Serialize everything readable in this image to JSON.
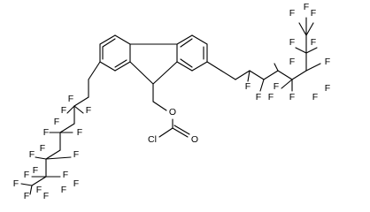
{
  "molecule": {
    "atom_labels": {
      "fluorine": "F",
      "oxygen": "O",
      "chlorine": "Cl"
    }
  },
  "colors": {
    "bond": "#000000",
    "text": "#000000",
    "background": "#ffffff"
  }
}
